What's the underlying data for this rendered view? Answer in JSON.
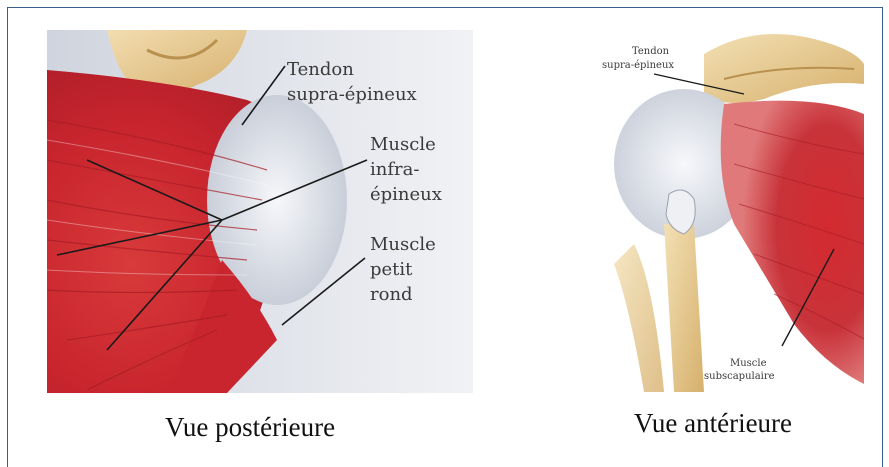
{
  "posterior_view": {
    "caption": "Vue postérieure",
    "labels": {
      "tendon_line1": "Tendon",
      "tendon_line2": "supra-épineux",
      "infra_line1": "Muscle",
      "infra_line2": "infra-",
      "infra_line3": "épineux",
      "petit_line1": "Muscle",
      "petit_line2": "petit",
      "petit_line3": "rond"
    }
  },
  "anterior_view": {
    "caption": "Vue antérieure",
    "labels": {
      "tendon_line1": "Tendon",
      "tendon_line2": "supra-épineux",
      "subscap_line1": "Muscle",
      "subscap_line2": "subscapulaire"
    }
  },
  "colors": {
    "border": "#3a5f8f",
    "muscle": "#c8252e",
    "tendon": "#e9ecf2",
    "bone": "#e6c98c"
  }
}
